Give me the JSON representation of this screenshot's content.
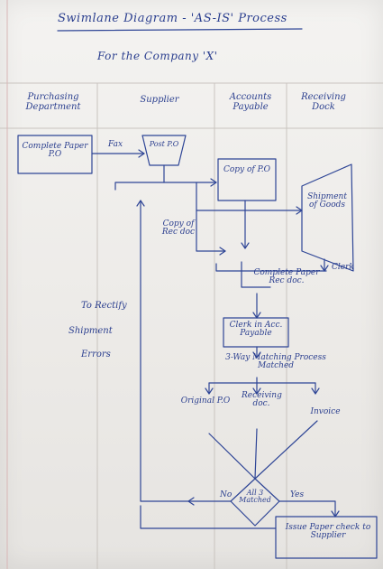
{
  "title": "Swimlane Diagram - 'AS-IS' Process",
  "subtitle": "For the Company 'X'",
  "lanes": [
    "Purchasing Department",
    "Supplier",
    "Accounts Payable",
    "Receiving Dock"
  ],
  "nodes": {
    "complete_paper_po": "Complete Paper P.O",
    "post_po": "Post P.O",
    "copy_of_po": "Copy of P.O",
    "copy_of_rec_doc": "Copy of Rec doc",
    "shipment_of_goods": "Shipment of Goods",
    "complete_paper_rec_doc": "Complete Paper Rec doc.",
    "clerk_receiving": "Clerk",
    "clerk_in_acc_payable": "Clerk in Acc. Payable",
    "three_way_match": "3-Way Matching Process Matched",
    "original_po": "Original P.O",
    "receiving_doc": "Receiving doc.",
    "invoice": "Invoice",
    "decision": "All 3 Matched",
    "issue_paper_check": "Issue Paper check to Supplier"
  },
  "edge_labels": {
    "fax": "Fax",
    "no": "No",
    "yes": "Yes"
  },
  "side_note": {
    "line1": "To Rectify",
    "line2": "Shipment",
    "line3": "Errors"
  }
}
